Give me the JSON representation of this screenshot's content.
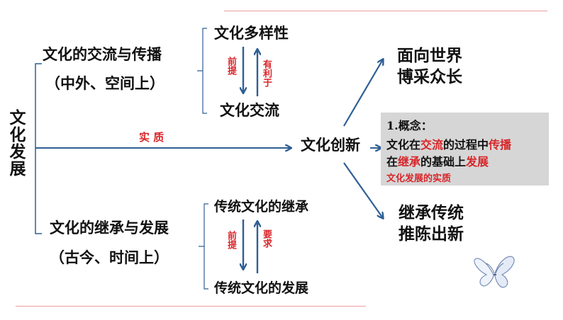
{
  "colors": {
    "accent_red": "#d8262a",
    "arrow_blue": "#2f5f94"
  },
  "root_label": "文化发展",
  "upper_branch": {
    "title": "文化的交流与传播",
    "subtitle": "（中外、空间上）",
    "top_item": "文化多样性",
    "bottom_item": "文化交流",
    "down_label": "前提",
    "up_label": "有利于"
  },
  "lower_branch": {
    "title": "文化的继承与发展",
    "subtitle": "（古今、时间上）",
    "top_item": "传统文化的继承",
    "bottom_item": "传统文化的发展",
    "down_label": "前提",
    "up_label": "要求"
  },
  "middle": {
    "arrow_label": "实 质",
    "center_node": "文化创新"
  },
  "outcomes": {
    "top_line1": "面向世界",
    "top_line2": "博采众长",
    "bottom_line1": "继承传统",
    "bottom_line2": "推陈出新"
  },
  "concept_box": {
    "heading": "1.概念：",
    "l2_a": "文化在",
    "l2_b": "交流",
    "l2_c": "的过程中",
    "l2_d": "传播",
    "l3_a": "在",
    "l3_b": "继承",
    "l3_c": "的基础上",
    "l3_d": "发展",
    "l4": "文化发展的实质"
  },
  "decoration": {
    "icon": "butterfly-icon"
  }
}
